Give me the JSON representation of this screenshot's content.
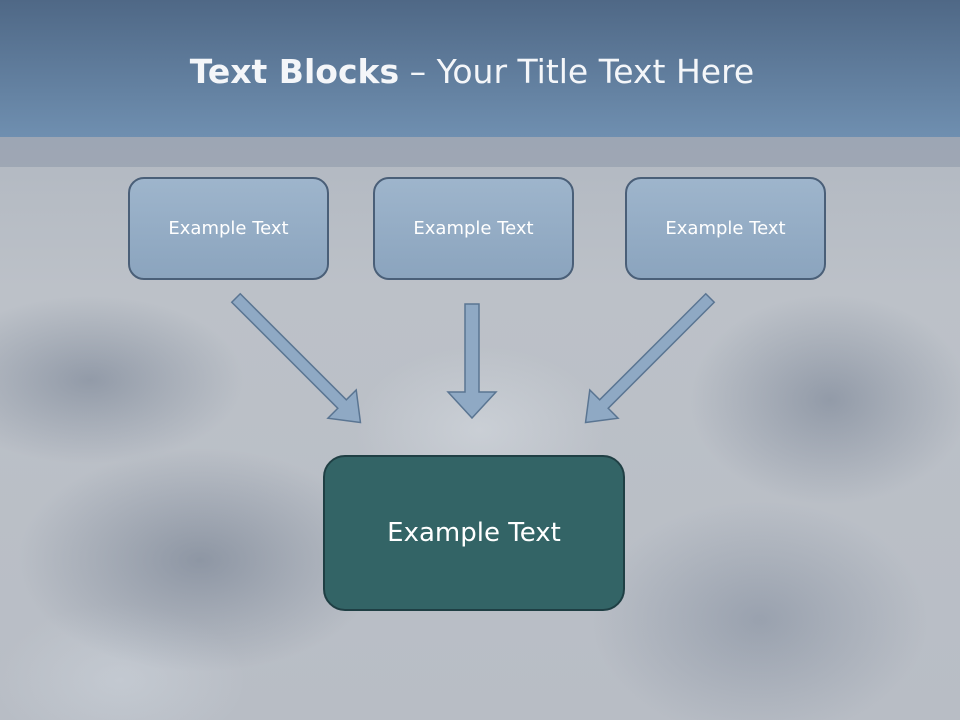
{
  "slide": {
    "title_bold": "Text Blocks",
    "title_dash": " – ",
    "title_rest": "Your Title Text Here"
  },
  "diagram": {
    "top_boxes": [
      {
        "label": "Example Text"
      },
      {
        "label": "Example Text"
      },
      {
        "label": "Example Text"
      }
    ],
    "bottom_box": {
      "label": "Example Text"
    }
  },
  "colors": {
    "header": "#6f8fb0",
    "top_box_fill": "#8ba4be",
    "bottom_box_fill": "#336466",
    "arrow_fill": "#8fa9c4"
  }
}
